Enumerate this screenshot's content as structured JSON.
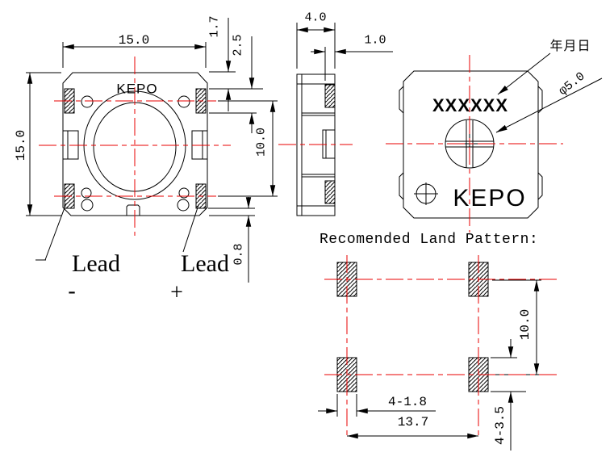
{
  "colors": {
    "line": "#000000",
    "centerline": "#e80000",
    "background": "#ffffff"
  },
  "front_view": {
    "brand": "KEPO",
    "dim_width": "15.0",
    "dim_height": "15.0",
    "dim_pad_top_offset": "1.7",
    "dim_pad_length": "2.5",
    "dim_pad_pitch": "10.0",
    "dim_pad_bottom": "0.8",
    "lead_negative": {
      "label": "Lead",
      "sign": "-"
    },
    "lead_positive": {
      "label": "Lead",
      "sign": "+"
    }
  },
  "side_view": {
    "dim_thickness": "4.0",
    "dim_pad_width": "1.0"
  },
  "back_view": {
    "marking": "XXXXXX",
    "brand": "KEPO",
    "date_code_label": "年月日",
    "sound_hole_dim": "φ5.0"
  },
  "land_pattern": {
    "title": "Recomended Land Pattern:",
    "dim_vertical_pitch": "10.0",
    "dim_pad_width": "4-1.8",
    "dim_horizontal_pitch": "13.7",
    "dim_pad_height": "4-3.5"
  }
}
